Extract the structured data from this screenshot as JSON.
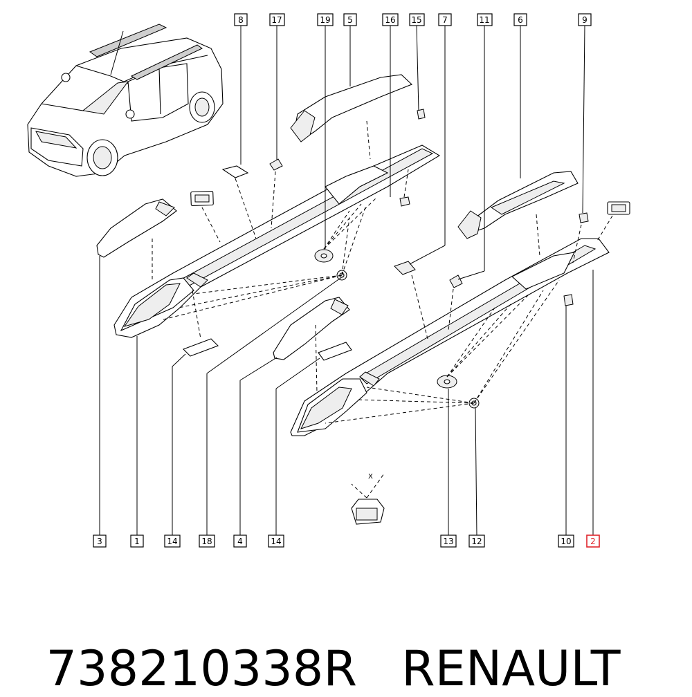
{
  "diagram": {
    "callouts": [
      {
        "id": "c8",
        "label": "8"
      },
      {
        "id": "c17",
        "label": "17"
      },
      {
        "id": "c19",
        "label": "19"
      },
      {
        "id": "c5",
        "label": "5"
      },
      {
        "id": "c16",
        "label": "16"
      },
      {
        "id": "c15",
        "label": "15"
      },
      {
        "id": "c7",
        "label": "7"
      },
      {
        "id": "c11",
        "label": "11"
      },
      {
        "id": "c6",
        "label": "6"
      },
      {
        "id": "c9",
        "label": "9"
      },
      {
        "id": "c3",
        "label": "3"
      },
      {
        "id": "c1",
        "label": "1"
      },
      {
        "id": "c14a",
        "label": "14"
      },
      {
        "id": "c18",
        "label": "18"
      },
      {
        "id": "c4",
        "label": "4"
      },
      {
        "id": "c14b",
        "label": "14"
      },
      {
        "id": "c13",
        "label": "13"
      },
      {
        "id": "c12",
        "label": "12"
      },
      {
        "id": "c10",
        "label": "10"
      },
      {
        "id": "c2",
        "label": "2"
      }
    ],
    "torque_symbol_label": "X",
    "highlight_color": "#e0242b"
  },
  "caption": {
    "part_number": "738210338R",
    "brand": "RENAULT"
  }
}
